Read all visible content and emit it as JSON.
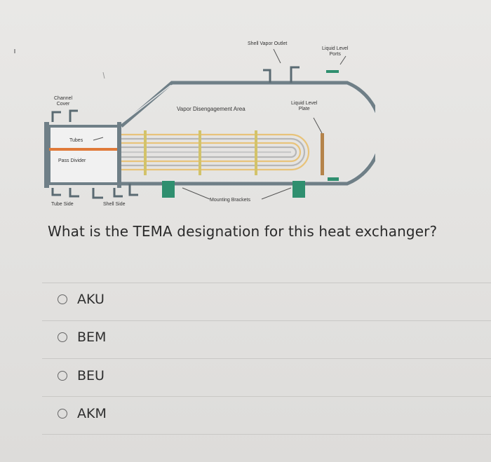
{
  "diagram": {
    "labels": {
      "shell_vapor_outlet": "Shell Vapor Outlet",
      "liquid_level_ports": [
        "Liquid Level",
        "Ports"
      ],
      "channel_cover": [
        "Channel",
        "Cover"
      ],
      "vapor_disengagement_area": "Vapor Disengagement Area",
      "liquid_level_plate": [
        "Liquid Level",
        "Plate"
      ],
      "tubes": "Tubes",
      "pass_divider": "Pass Divider",
      "tube_side": "Tube Side",
      "shell_side": "Shell Side",
      "mounting_brackets": "Mounting Brackets"
    },
    "colors": {
      "shell_outline": "#6f7f87",
      "tubes": "#e8c37a",
      "pass_divider": "#e07a3a",
      "baffles": "#d3c36a",
      "brackets": "#2f8f6f",
      "nozzles": "#5a6a72"
    }
  },
  "question": {
    "text": "What is the TEMA designation for this heat exchanger?"
  },
  "options": [
    {
      "label": "AKU"
    },
    {
      "label": "BEM"
    },
    {
      "label": "BEU"
    },
    {
      "label": "AKM"
    }
  ]
}
